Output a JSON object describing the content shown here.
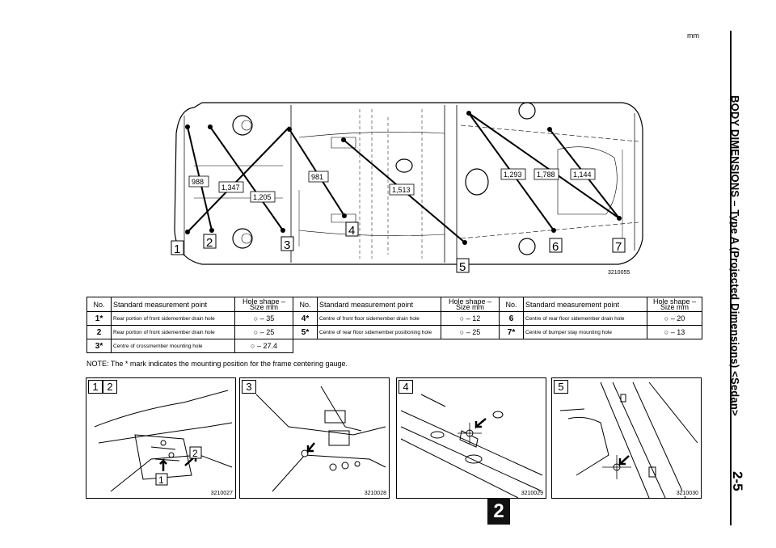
{
  "unit": "mm",
  "side_title": "BODY DIMENSIONS – Type A (Projected Dimensions) <Sedan>",
  "page_number": "2-5",
  "section_tab": "2",
  "diagram": {
    "code": "3210055",
    "dimensions": [
      "988",
      "1,347",
      "1,205",
      "981",
      "1,513",
      "1,293",
      "1,788",
      "1,144"
    ],
    "point_labels": [
      "1",
      "2",
      "3",
      "4",
      "5",
      "6",
      "7"
    ]
  },
  "table": {
    "headers": {
      "no": "No.",
      "point": "Standard measurement point",
      "hole_shape": "Hole shape",
      "size": "Size mm"
    },
    "rows": [
      {
        "no": "1*",
        "desc": "Rear portion of front sidemember drain hole",
        "size": "○ – 35"
      },
      {
        "no": "2",
        "desc": "Rear portion of front sidemember drain hole",
        "size": "○ – 25"
      },
      {
        "no": "3*",
        "desc": "Centre of crossmember mounting hole",
        "size": "○ – 27.4"
      },
      {
        "no": "4*",
        "desc": "Centre of front floor sidemember drain hole",
        "size": "○ – 12"
      },
      {
        "no": "5*",
        "desc": "Centre of rear floor sidemember positioning hole",
        "size": "○ – 25"
      },
      {
        "no": "6",
        "desc": "Centre of rear floor sidemember drain hole",
        "size": "○ – 20"
      },
      {
        "no": "7*",
        "desc": "Centre of bumper stay mounting hole",
        "size": "○ – 13"
      }
    ]
  },
  "note": "NOTE: The * mark indicates the mounting position for the frame centering gauge.",
  "panels": [
    {
      "labels": [
        "1",
        "2"
      ],
      "code": "3210027"
    },
    {
      "labels": [
        "3"
      ],
      "code": "3210028"
    },
    {
      "labels": [
        "4"
      ],
      "code": "3210029"
    },
    {
      "labels": [
        "5"
      ],
      "code": "3210030"
    }
  ]
}
